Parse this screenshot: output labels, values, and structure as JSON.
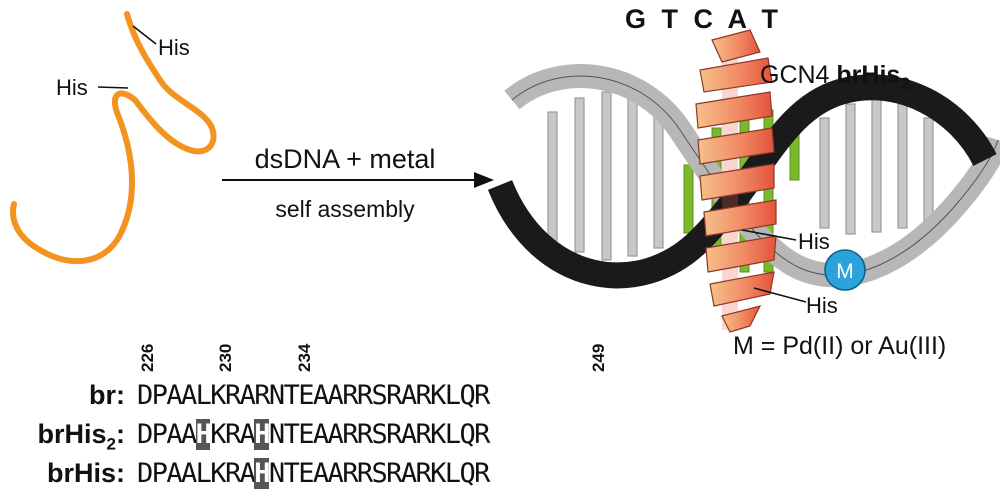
{
  "dna_sequence_top": "G T C A T",
  "protein_label": {
    "main": "GCN4 ",
    "bold": "brHis",
    "subscript": "2"
  },
  "left_peptide": {
    "his_upper": "His",
    "his_lower": "His"
  },
  "arrow": {
    "top_label": "dsDNA + metal",
    "bottom_label": "self assembly"
  },
  "helix_his": {
    "upper": "His",
    "lower": "His"
  },
  "metal_badge": "M",
  "metal_legend": "M = Pd(II) or Au(III)",
  "residue_numbers": [
    "226",
    "230",
    "234",
    "249"
  ],
  "sequences": [
    {
      "name": "br:",
      "name_sub": "",
      "letters": [
        "D",
        "P",
        "A",
        "A",
        "L",
        "K",
        "R",
        "A",
        "R",
        "N",
        "T",
        "E",
        "A",
        "A",
        "R",
        "R",
        "S",
        "R",
        "A",
        "R",
        "K",
        "L",
        "Q",
        "R"
      ],
      "highlight": []
    },
    {
      "name": "brHis",
      "name_sub": "2",
      "name_end": ":",
      "letters": [
        "D",
        "P",
        "A",
        "A",
        "H",
        "K",
        "R",
        "A",
        "H",
        "N",
        "T",
        "E",
        "A",
        "A",
        "R",
        "R",
        "S",
        "R",
        "A",
        "R",
        "K",
        "L",
        "Q",
        "R"
      ],
      "highlight": [
        4,
        8
      ]
    },
    {
      "name": "brHis:",
      "name_sub": "",
      "letters": [
        "D",
        "P",
        "A",
        "A",
        "L",
        "K",
        "R",
        "A",
        "H",
        "N",
        "T",
        "E",
        "A",
        "A",
        "R",
        "R",
        "S",
        "R",
        "A",
        "R",
        "K",
        "L",
        "Q",
        "R"
      ],
      "highlight": [
        8
      ]
    }
  ],
  "colors": {
    "peptide": "#f2941f",
    "dna_backbone": "#1a1a1a",
    "dna_rung_grey": "#c8c8c8",
    "dna_rung_green": "#7bb82a",
    "helix": "#ef6a50",
    "metal": "#2aa3dc"
  }
}
